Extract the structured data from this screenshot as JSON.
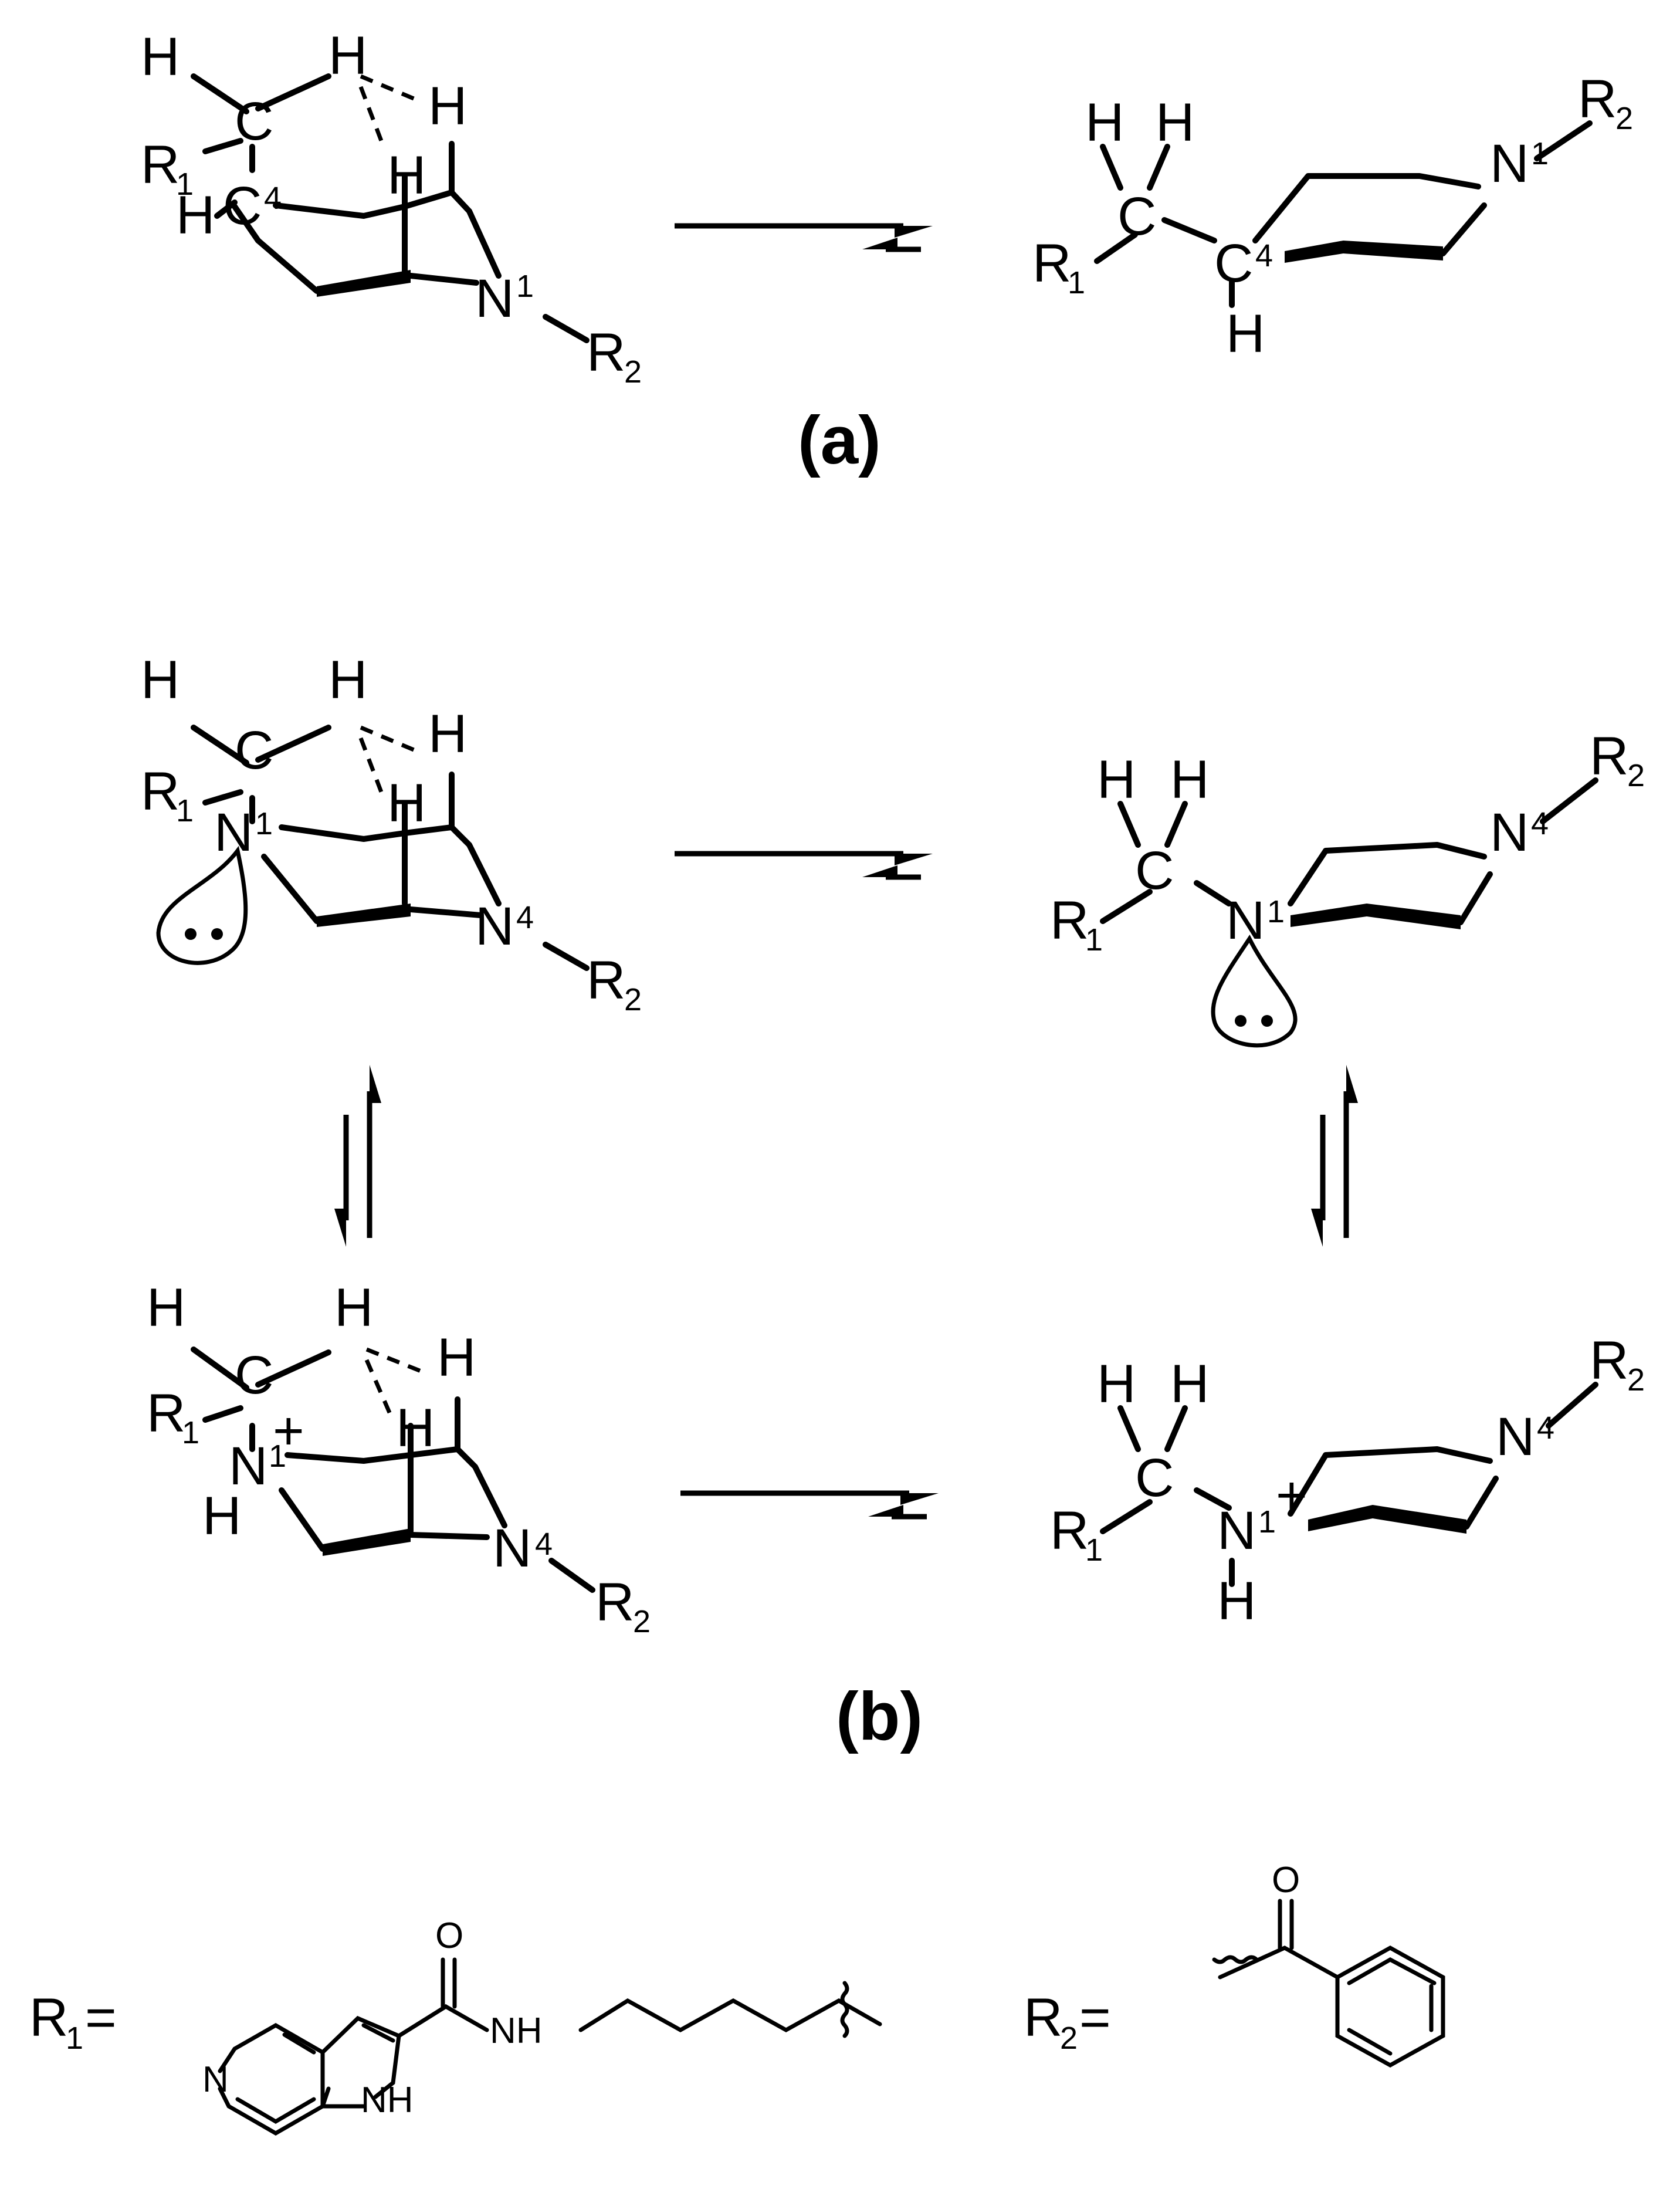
{
  "atoms": {
    "H": "H",
    "C": "C",
    "N": "N",
    "O": "O",
    "NH": "NH",
    "plus": "+",
    "R1": "R",
    "R2": "R",
    "sub1": "1",
    "sub2": "2",
    "sup1": "1",
    "sup4": "4",
    "lone_pair": "··"
  },
  "captions": {
    "a": "(a)",
    "b": "(b)"
  },
  "definitions": {
    "r1_label": "R",
    "r1_sub": "1",
    "r2_label": "R",
    "r2_sub": "2",
    "equals": "="
  }
}
